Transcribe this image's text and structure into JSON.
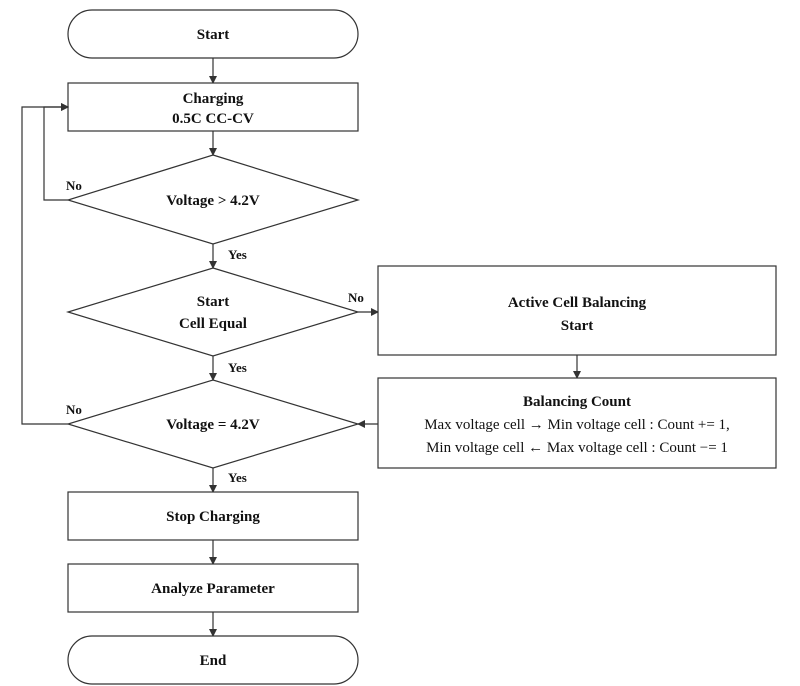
{
  "nodes": {
    "start": "Start",
    "charging_line1": "Charging",
    "charging_line2": "0.5C CC-CV",
    "voltage_gt": "Voltage > 4.2V",
    "start_equal_line1": "Start",
    "start_equal_line2": "Cell Equal",
    "voltage_eq": "Voltage = 4.2V",
    "active_line1": "Active Cell Balancing",
    "active_line2": "Start",
    "balancing_title": "Balancing Count",
    "balancing_line1": "Max voltage cell → Min voltage cell : Count += 1,",
    "balancing_line2": "Min voltage cell ← Max voltage cell : Count −= 1",
    "stop_charging": "Stop Charging",
    "analyze": "Analyze Parameter",
    "end": "End"
  },
  "labels": {
    "yes": "Yes",
    "no": "No"
  }
}
